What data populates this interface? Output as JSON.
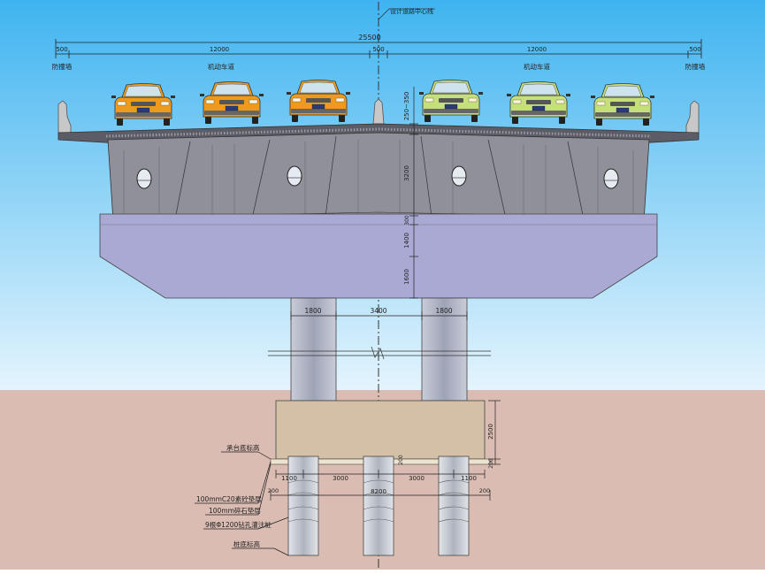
{
  "colors": {
    "sky_top": "#3fb4f0",
    "sky_bottom": "#d6effc",
    "ground": "#dbbcb3",
    "deck": "#8f8f99",
    "deck_dark": "#4a4a52",
    "cap_beam": "#a9a9d3",
    "pier": "#a6aabc",
    "pile_cap": "#d4c0a6",
    "pile": "#c6cbd3",
    "dim_line": "#222222",
    "car_orange": "#f09a1c",
    "car_green": "#c5e07a"
  },
  "centerline_label": "设计道路中心线",
  "top_dims": {
    "total": "25500",
    "segments": [
      "500",
      "12000",
      "500",
      "12000",
      "500"
    ],
    "lane_labels": [
      "防撞墙",
      "机动车道",
      "机动车道",
      "防撞墙"
    ]
  },
  "vertical_dims": [
    "250~350",
    "3200",
    "300",
    "1400",
    "1600"
  ],
  "pier_dims": [
    "1800",
    "3400",
    "1800"
  ],
  "foundation_dims": {
    "cap_height": "2500",
    "cap_small": [
      "200",
      "200"
    ],
    "bottom_row": [
      "1100",
      "3000",
      "3000",
      "1100"
    ],
    "total_width": "8200",
    "side_small": [
      "200",
      "200"
    ]
  },
  "annotations": [
    "承台底标高",
    "100mmC20素砼垫层",
    "100mm碎石垫层",
    "9根Φ1200钻孔灌注桩",
    "桩底标高"
  ],
  "icons": {
    "deck_portholes": "porthole-icon",
    "cars": "car-icon"
  }
}
